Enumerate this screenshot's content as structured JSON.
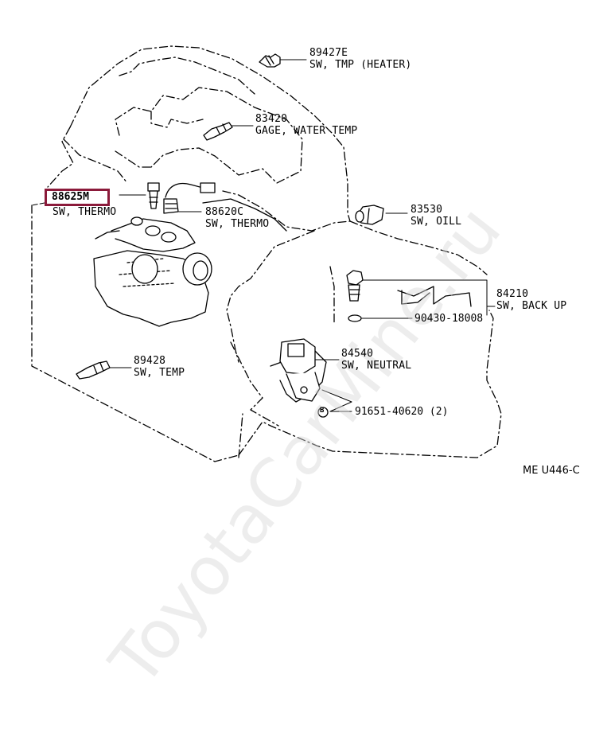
{
  "parts": [
    {
      "id": "p89427E",
      "number": "89427E",
      "name": "SW, TMP (HEATER)"
    },
    {
      "id": "p83420",
      "number": "83420",
      "name": "GAGE, WATER TEMP"
    },
    {
      "id": "p88625M",
      "number": "88625M",
      "name": "SW, THERMO"
    },
    {
      "id": "p88620C",
      "number": "88620C",
      "name": "SW, THERMO"
    },
    {
      "id": "p83530",
      "number": "83530",
      "name": "SW, OILL"
    },
    {
      "id": "p84210",
      "number": "84210",
      "name": "SW, BACK UP"
    },
    {
      "id": "p90430",
      "number": "90430-18008",
      "name": ""
    },
    {
      "id": "p89428",
      "number": "89428",
      "name": "SW, TEMP"
    },
    {
      "id": "p84540",
      "number": "84540",
      "name": "SW, NEUTRAL"
    },
    {
      "id": "p91651",
      "number": "91651-40620 (2)",
      "name": ""
    }
  ],
  "bolt_marker": "B",
  "diagram_code": "ME U446-C",
  "watermark": "ToyotaCarMine.ru",
  "colors": {
    "highlight": "#8b1a3a",
    "line": "#000000",
    "watermark": "#d9d9d9"
  }
}
